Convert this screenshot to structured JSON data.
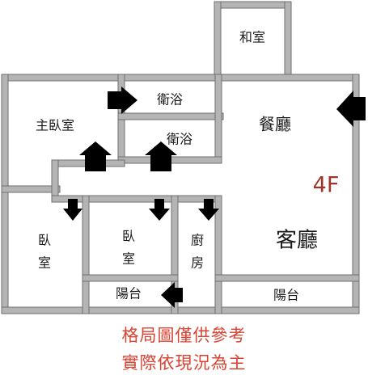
{
  "floor_label": "4F",
  "rooms": {
    "japanese_room": "和室",
    "master_bedroom": "主臥室",
    "bathroom_upper": "衛浴",
    "bathroom_lower": "衛浴",
    "dining_room": "餐廳",
    "living_room": "客廳",
    "bedroom_left_line1": "臥",
    "bedroom_left_line2": "室",
    "bedroom_center_line1": "臥",
    "bedroom_center_line2": "室",
    "kitchen_line1": "廚",
    "kitchen_line2": "房",
    "balcony_left": "陽台",
    "balcony_right": "陽台"
  },
  "disclaimer": {
    "line1": "格局圖僅供參考",
    "line2": "實際依現況為主"
  },
  "colors": {
    "wall": "#b4b4b4",
    "wall_edge": "#6f6f6f",
    "arrow": "#000000",
    "floor_label": "#a0342a",
    "disclaimer": "#d84332"
  }
}
